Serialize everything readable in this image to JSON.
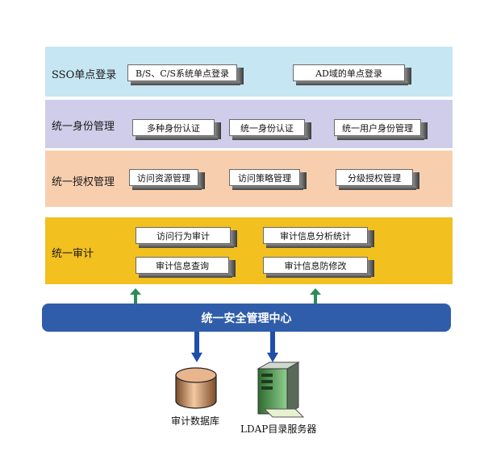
{
  "layers": {
    "sso": {
      "label": "SSO单点登录",
      "boxes": [
        "B/S、C/S系统单点登录",
        "AD域的单点登录"
      ]
    },
    "identity": {
      "label": "统一身份管理",
      "boxes": [
        "多种身份认证",
        "统一身份认证",
        "统一用户身份管理"
      ]
    },
    "authorization": {
      "label": "统一授权管理",
      "boxes": [
        "访问资源管理",
        "访问策略管理",
        "分级授权管理"
      ]
    },
    "audit": {
      "label": "统一审计",
      "boxes": [
        "访问行为审计",
        "审计信息分析统计",
        "审计信息查询",
        "审计信息防修改"
      ]
    }
  },
  "center": {
    "label": "统一安全管理中心"
  },
  "bottom": {
    "database_label": "审计数据库",
    "server_label": "LDAP目录服务器"
  },
  "colors": {
    "sso": "#c6e6f3",
    "identity": "#cfcde9",
    "authorization": "#f8cfae",
    "audit": "#f2c01f",
    "center": "#2f5daa",
    "arrow_up": "#2e8b57",
    "arrow_down": "#1f4fa8"
  }
}
